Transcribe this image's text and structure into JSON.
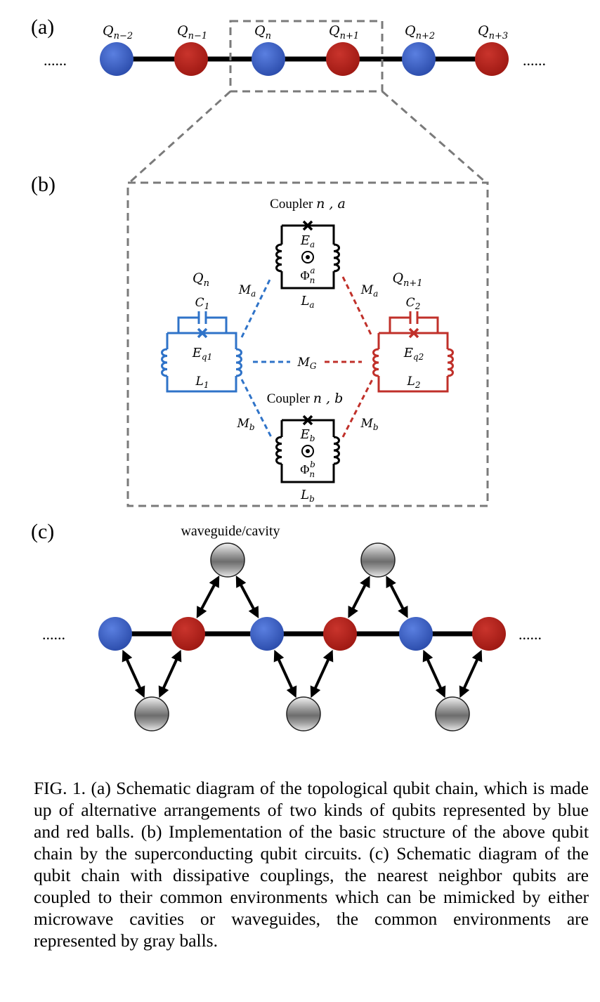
{
  "panel_a": {
    "label": "(a)",
    "ellipsis_left": "......",
    "ellipsis_right": "......",
    "qubits": [
      {
        "base": "Q",
        "sub": "n−2",
        "kind": "blue"
      },
      {
        "base": "Q",
        "sub": "n−1",
        "kind": "red"
      },
      {
        "base": "Q",
        "sub": "n",
        "kind": "blue"
      },
      {
        "base": "Q",
        "sub": "n+1",
        "kind": "red"
      },
      {
        "base": "Q",
        "sub": "n+2",
        "kind": "blue"
      },
      {
        "base": "Q",
        "sub": "n+3",
        "kind": "red"
      }
    ]
  },
  "panel_b": {
    "label": "(b)",
    "coupler_a": {
      "title": "Coupler ",
      "title_math": "n , a",
      "energy_base": "E",
      "energy_sub": "a",
      "flux_base": "Φ",
      "flux_sub": "n",
      "flux_sup": "a",
      "inductor_base": "L",
      "inductor_sub": "a"
    },
    "coupler_b": {
      "title": "Coupler ",
      "title_math": "n , b",
      "energy_base": "E",
      "energy_sub": "b",
      "flux_base": "Φ",
      "flux_sub": "n",
      "flux_sup": "b",
      "inductor_base": "L",
      "inductor_sub": "b"
    },
    "qubit_left": {
      "name_base": "Q",
      "name_sub": "n",
      "cap_base": "C",
      "cap_sub": "1",
      "energy_base": "E",
      "energy_sub": "q1",
      "inductor_base": "L",
      "inductor_sub": "1"
    },
    "qubit_right": {
      "name_base": "Q",
      "name_sub": "n+1",
      "cap_base": "C",
      "cap_sub": "2",
      "energy_base": "E",
      "energy_sub": "q2",
      "inductor_base": "L",
      "inductor_sub": "2"
    },
    "mutuals": {
      "ma_base": "M",
      "ma_sub": "a",
      "mb_base": "M",
      "mb_sub": "b",
      "mg_base": "M",
      "mg_sub": "G"
    }
  },
  "panel_c": {
    "label": "(c)",
    "environment_label": "waveguide/cavity",
    "ellipsis_left": "......",
    "ellipsis_right": "......"
  },
  "caption": "FIG. 1. (a) Schematic diagram of the topological qubit chain, which is made up of alternative arrangements of two kinds of qubits represented by blue and red balls. (b) Implementation of the basic structure of the above qubit chain by the superconducting qubit circuits. (c) Schematic diagram of the qubit chain with dissipative couplings, the nearest neighbor qubits are coupled to their common environments which can be mimicked by either microwave cavities or waveguides, the common environments are represented by gray balls.",
  "colors": {
    "blue_qubit": "#3f62c4",
    "red_qubit": "#b0231d",
    "blue_circuit": "#2f73c8",
    "red_circuit": "#c0302a",
    "dashed_box": "#7a7a7a"
  }
}
